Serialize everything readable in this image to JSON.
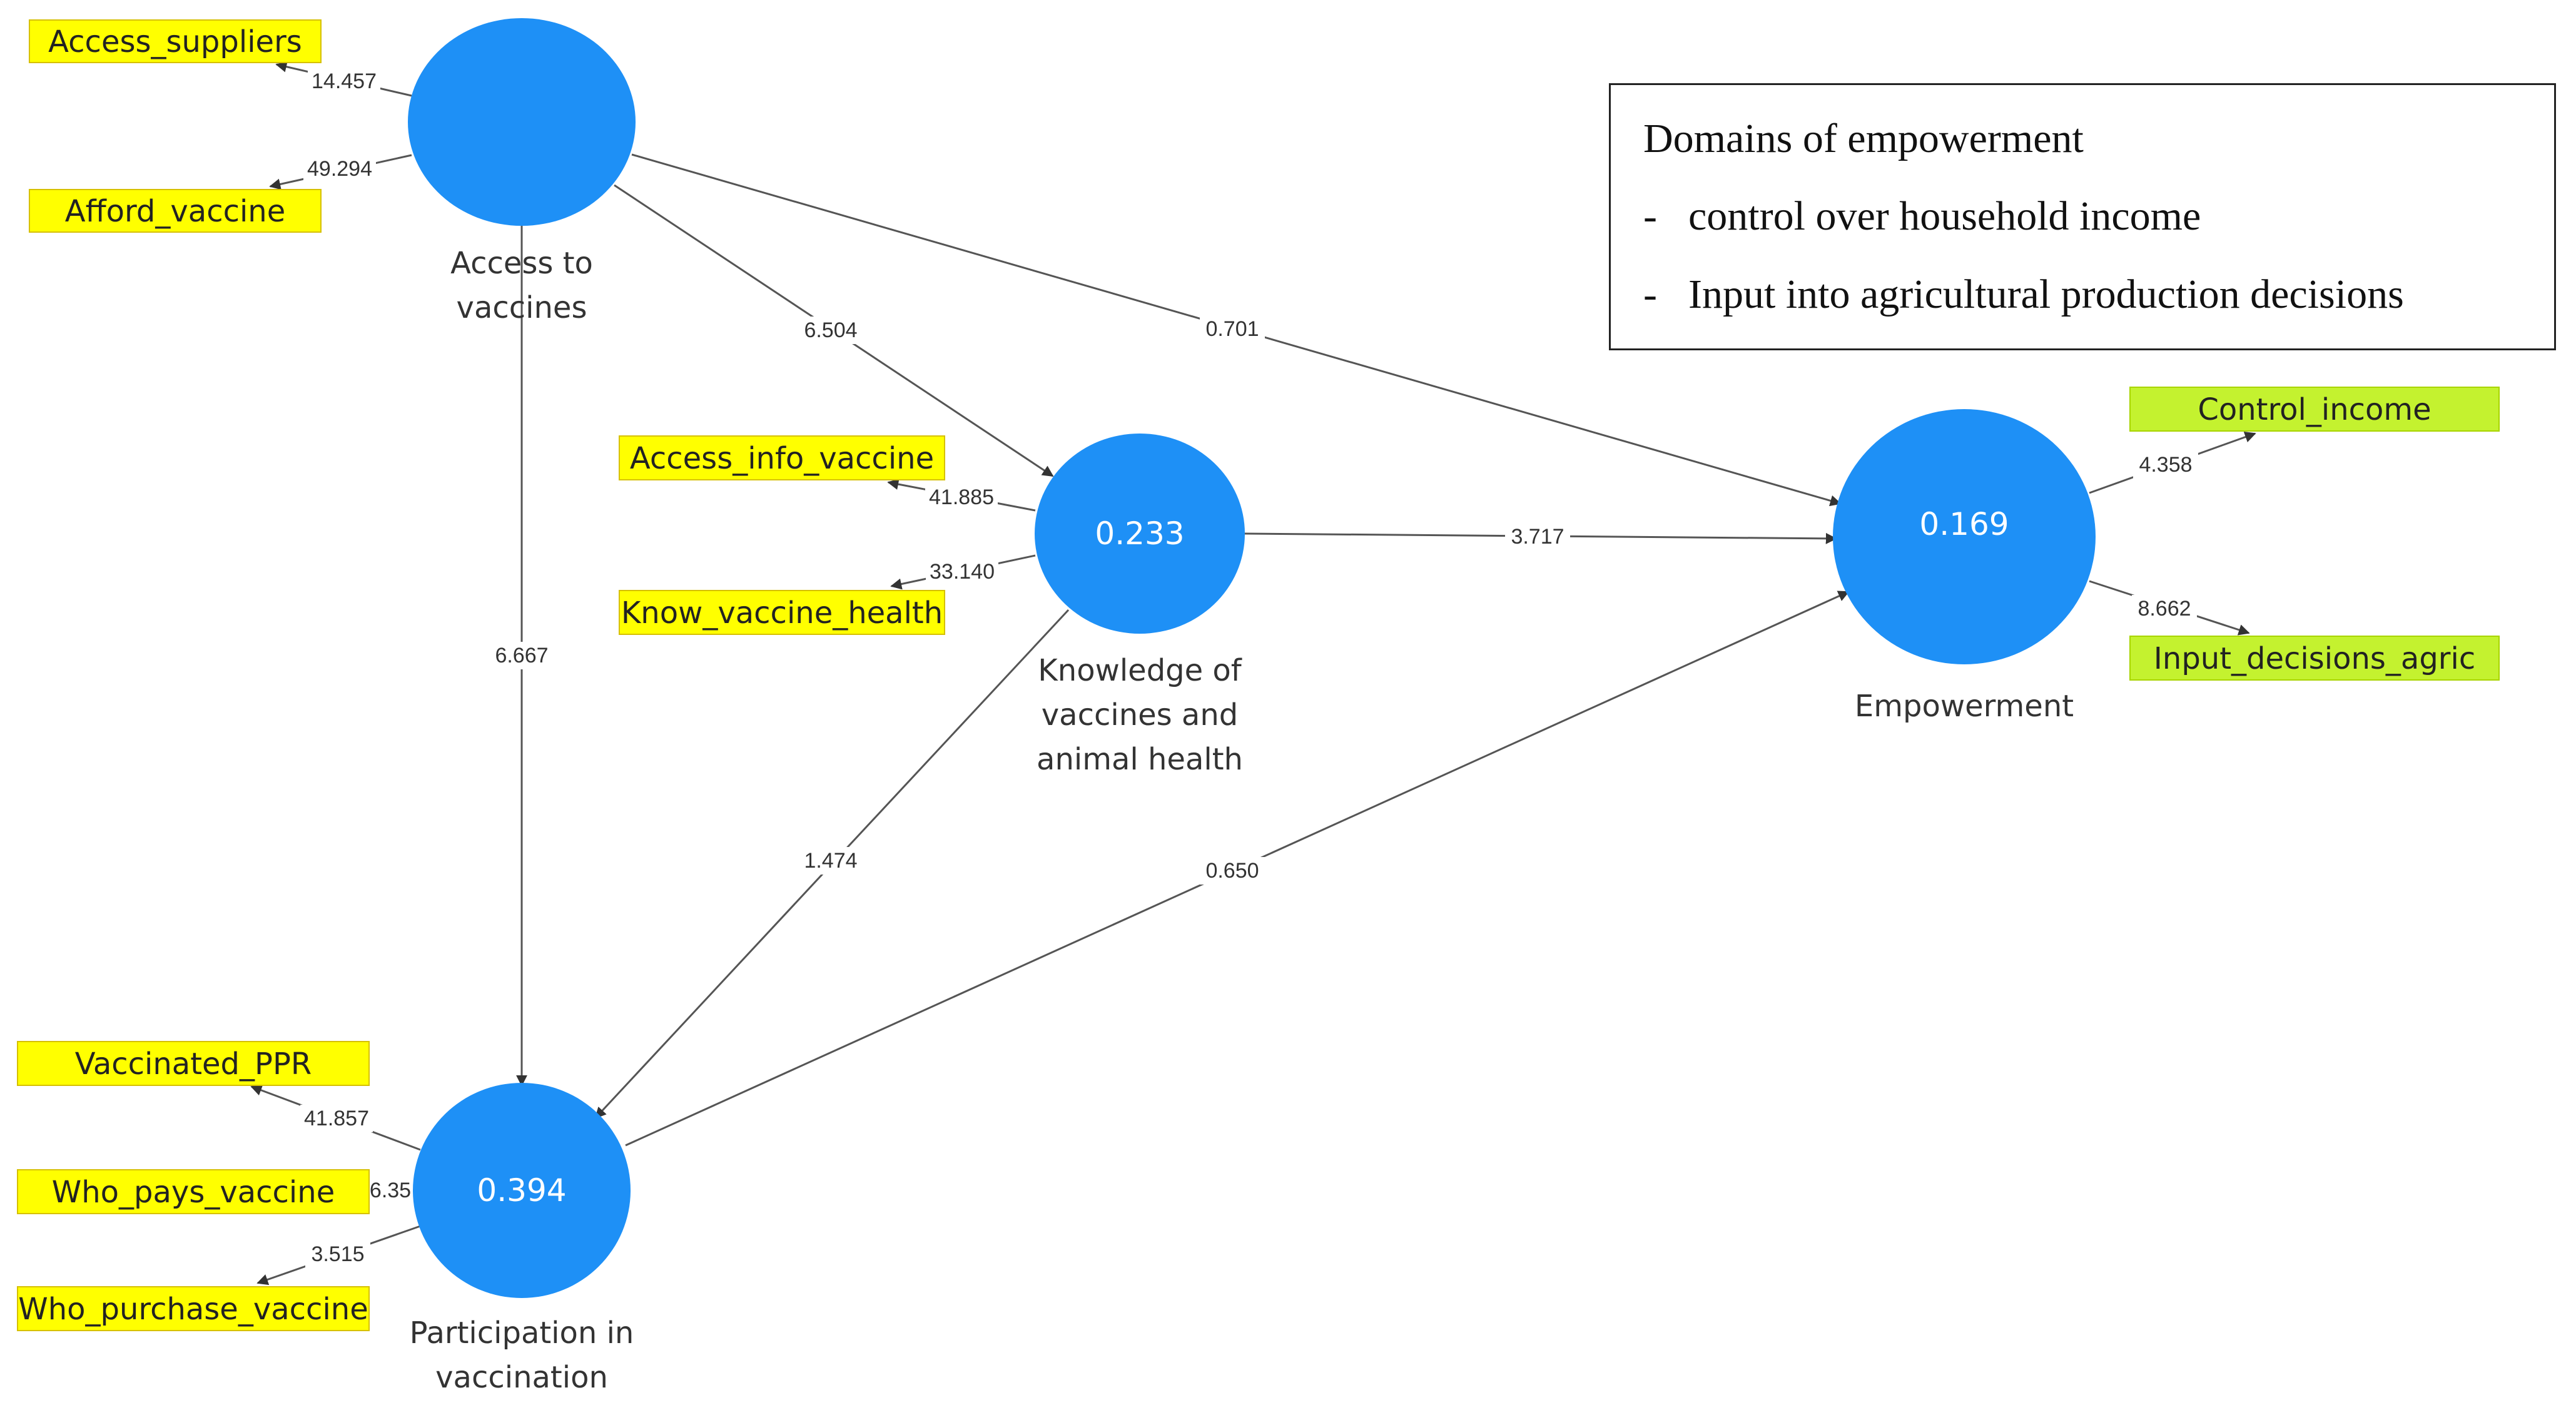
{
  "constructs": {
    "access": {
      "name_lines": [
        "Access to",
        "vaccines"
      ],
      "value": ""
    },
    "knowledge": {
      "name_lines": [
        "Knowledge of",
        "vaccines and",
        "animal health"
      ],
      "value": "0.233"
    },
    "participation": {
      "name_lines": [
        "Participation in",
        "vaccination"
      ],
      "value": "0.394"
    },
    "empowerment": {
      "name_lines": [
        "Empowerment"
      ],
      "value": "0.169"
    }
  },
  "indicators": {
    "access_suppliers": "Access_suppliers",
    "afford_vaccine": "Afford_vaccine",
    "access_info_vaccine": "Access_info_vaccine",
    "know_vaccine_health": "Know_vaccine_health",
    "vaccinated_ppr": "Vaccinated_PPR",
    "who_pays_vaccine": "Who_pays_vaccine",
    "who_purchase_vaccine": "Who_purchase_vaccine",
    "control_income": "Control_income",
    "input_decisions_agric": "Input_decisions_agric"
  },
  "loadings": {
    "access_suppliers": "14.457",
    "afford_vaccine": "49.294",
    "access_info_vaccine": "41.885",
    "know_vaccine_health": "33.140",
    "vaccinated_ppr": "41.857",
    "who_pays_vaccine": "6.35",
    "who_purchase_vaccine": "3.515",
    "control_income": "4.358",
    "input_decisions_agric": "8.662"
  },
  "paths": {
    "access_to_knowledge": "6.504",
    "access_to_empowerment": "0.701",
    "access_to_participation": "6.667",
    "knowledge_to_empowerment": "3.717",
    "knowledge_to_participation": "1.474",
    "participation_to_empowerment": "0.650"
  },
  "legend": {
    "title": "Domains of empowerment",
    "items": [
      "control over household income",
      "Input into agricultural production decisions"
    ],
    "bullet": "-"
  },
  "colors": {
    "node": "#1e90f6",
    "indicator_yellow": "#ffff00",
    "indicator_green": "#c4f22f"
  }
}
